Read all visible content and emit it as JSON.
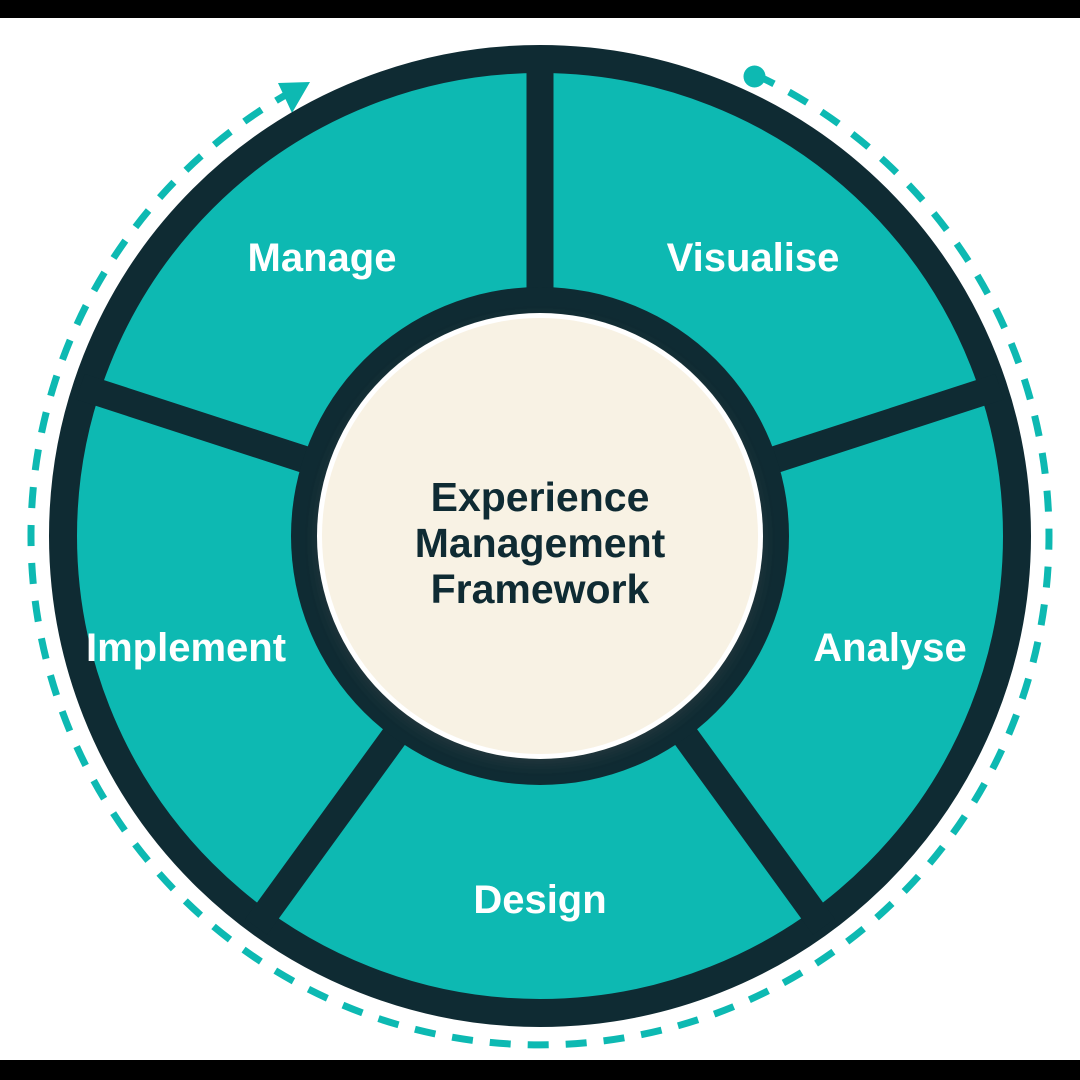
{
  "diagram": {
    "title": "Experience Management Framework",
    "center": {
      "line1": "Experience",
      "line2": "Management",
      "line3": "Framework"
    },
    "segments": [
      {
        "id": "manage",
        "label": "Manage",
        "position": "top-left"
      },
      {
        "id": "visualise",
        "label": "Visualise",
        "position": "top-right"
      },
      {
        "id": "analyse",
        "label": "Analyse",
        "position": "right"
      },
      {
        "id": "design",
        "label": "Design",
        "position": "bottom"
      },
      {
        "id": "implement",
        "label": "Implement",
        "position": "left"
      }
    ],
    "markers": [
      {
        "name": "cycle-start-dot-icon",
        "shape": "filled-circle",
        "position": "top-right-of-dashed-ring"
      },
      {
        "name": "cycle-arrow-icon",
        "shape": "filled-triangle",
        "position": "top-left-of-dashed-ring"
      }
    ],
    "colors": {
      "teal": "#0db9b2",
      "dark_navy": "#0f2b33",
      "cream": "#f8f2e4",
      "label_text": "#ffffff",
      "letterbox_bar": "#000000",
      "background": "#ffffff"
    }
  }
}
